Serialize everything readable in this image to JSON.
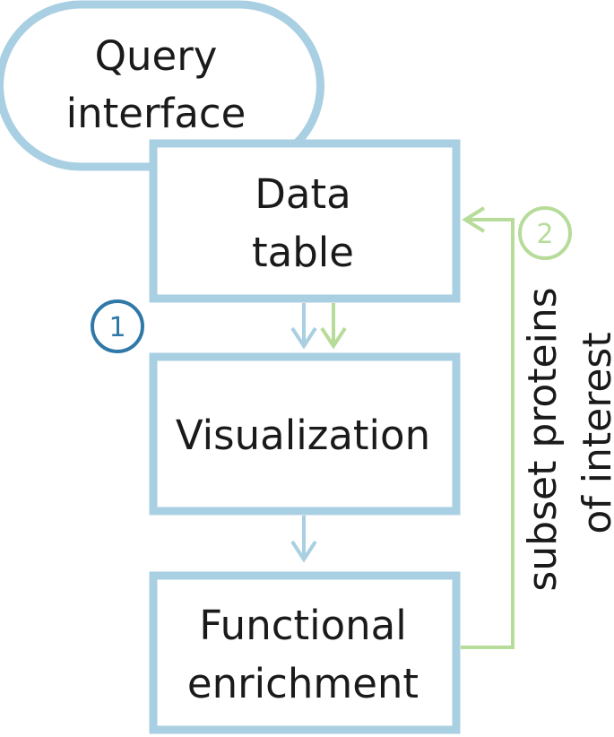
{
  "colors": {
    "box_stroke": "#a9cfe2",
    "text": "#1a1a1a",
    "badge1": "#2f78a8",
    "feedback": "#b7dc9a"
  },
  "nodes": {
    "query": {
      "line1": "Query",
      "line2": "interface"
    },
    "data_table": {
      "line1": "Data",
      "line2": "table"
    },
    "visualization": {
      "line1": "Visualization"
    },
    "enrichment": {
      "line1": "Functional",
      "line2": "enrichment"
    }
  },
  "badges": {
    "step1": "1",
    "step2": "2"
  },
  "feedback_label": {
    "line1": "subset proteins",
    "line2": "of interest"
  }
}
